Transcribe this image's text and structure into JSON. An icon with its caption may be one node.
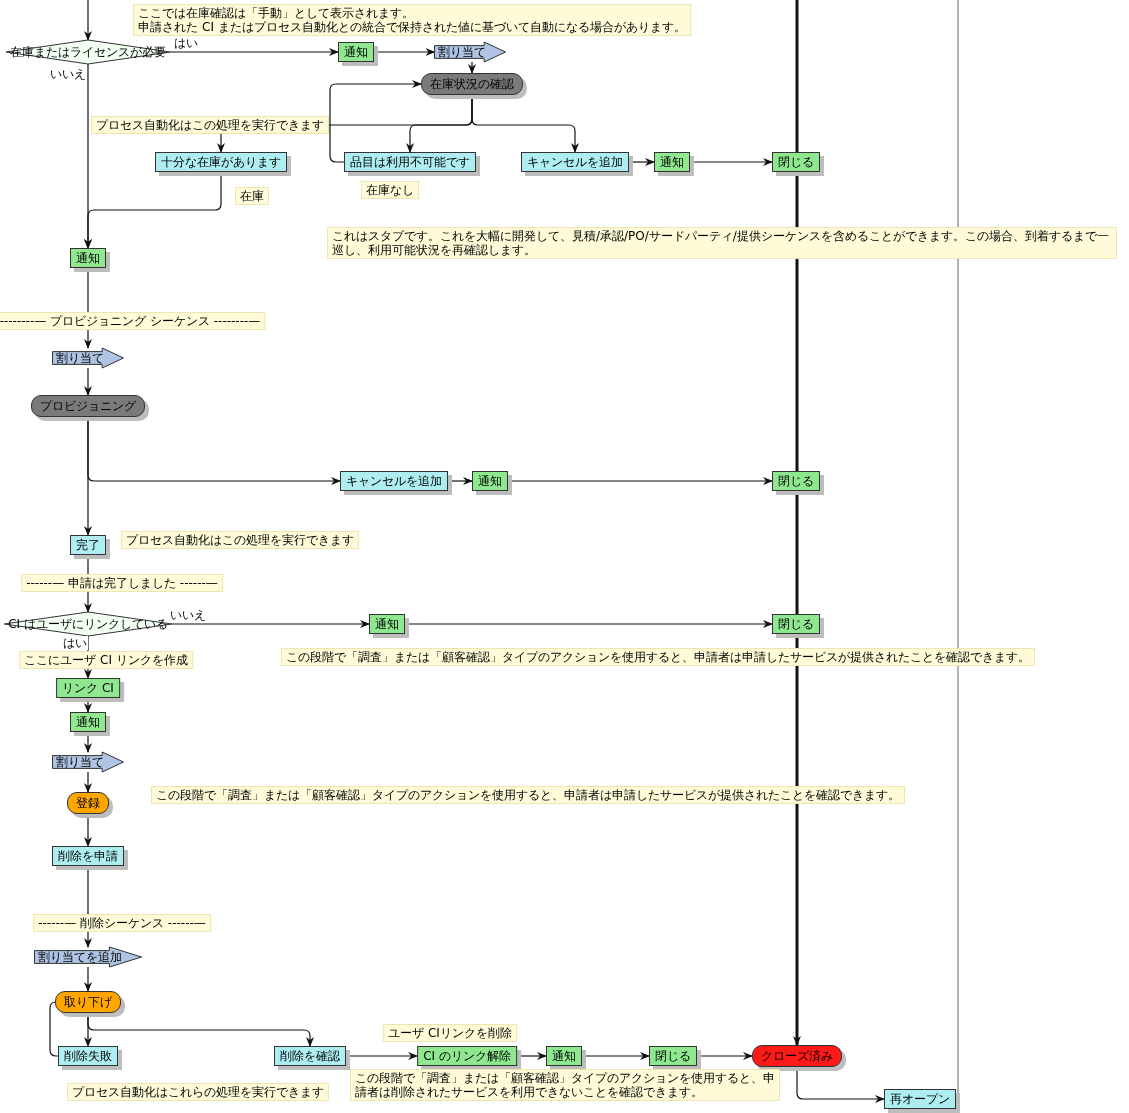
{
  "diagram": {
    "nodes": [
      {
        "text": [
          "ここでは在庫確認は「手動」として表示されます。",
          "申請された CI またはプロセス自動化との統合で保持された値に基づいて自動になる場合があります。"
        ]
      },
      {
        "text": [
          "在庫またはライセンスが必要"
        ]
      },
      {
        "text": [
          "通知"
        ]
      },
      {
        "text": [
          "割り当て"
        ]
      },
      {
        "text": [
          "在庫状況の確認"
        ]
      },
      {
        "text": [
          "プロセス自動化はこの処理を実行できます"
        ]
      },
      {
        "text": [
          "十分な在庫があります"
        ]
      },
      {
        "text": [
          "品目は利用不可能です"
        ]
      },
      {
        "text": [
          "キャンセルを追加"
        ]
      },
      {
        "text": [
          "通知"
        ]
      },
      {
        "text": [
          "閉じる"
        ]
      },
      {
        "text": [
          "在庫"
        ]
      },
      {
        "text": [
          "在庫なし"
        ]
      },
      {
        "text": [
          "これはスタブです。これを大幅に開発して、見積/承認/PO/サードパーティ/提供シーケンスを含めることができます。この場合、到着するまで一巡し、利用可能状況を再確認します。"
        ]
      },
      {
        "text": [
          "通知"
        ]
      },
      {
        "text": [
          "--------— プロビジョニング シーケンス --------—"
        ]
      },
      {
        "text": [
          "割り当て"
        ]
      },
      {
        "text": [
          "プロビジョニング"
        ]
      },
      {
        "text": [
          "キャンセルを追加"
        ]
      },
      {
        "text": [
          "通知"
        ]
      },
      {
        "text": [
          "閉じる"
        ]
      },
      {
        "text": [
          "完了"
        ]
      },
      {
        "text": [
          "プロセス自動化はこの処理を実行できます"
        ]
      },
      {
        "text": [
          "------— 申請は完了しました ------—"
        ]
      },
      {
        "text": [
          "CI はユーザにリンクしている"
        ]
      },
      {
        "text": [
          "通知"
        ]
      },
      {
        "text": [
          "閉じる"
        ]
      },
      {
        "text": [
          "ここにユーザ CI リンクを作成"
        ]
      },
      {
        "text": [
          "この段階で「調査」または「顧客確認」タイプのアクションを使用すると、申請者は申請したサービスが提供されたことを確認できます。"
        ]
      },
      {
        "text": [
          "リンク CI"
        ]
      },
      {
        "text": [
          "通知"
        ]
      },
      {
        "text": [
          "割り当て"
        ]
      },
      {
        "text": [
          "登録"
        ]
      },
      {
        "text": [
          "この段階で「調査」または「顧客確認」タイプのアクションを使用すると、申請者は申請したサービスが提供されたことを確認できます。"
        ]
      },
      {
        "text": [
          "削除を申請"
        ]
      },
      {
        "text": [
          "------— 削除シーケンス ------—"
        ]
      },
      {
        "text": [
          "割り当てを追加"
        ]
      },
      {
        "text": [
          "取り下げ"
        ]
      },
      {
        "text": [
          "ユーザ CIリンクを削除"
        ]
      },
      {
        "text": [
          "削除失敗"
        ]
      },
      {
        "text": [
          "削除を確認"
        ]
      },
      {
        "text": [
          "CI のリンク解除"
        ]
      },
      {
        "text": [
          "通知"
        ]
      },
      {
        "text": [
          "閉じる"
        ]
      },
      {
        "text": [
          "クローズ済み"
        ]
      },
      {
        "text": [
          "この段階で「調査」または「顧客確認」タイプのアクションを使用すると、申請者は削除されたサービスを利用できないことを確認できます。"
        ]
      },
      {
        "text": [
          "プロセス自動化はこれらの処理を実行できます"
        ]
      },
      {
        "text": [
          "再オープン"
        ]
      }
    ],
    "edges": [
      {
        "from": null,
        "to": 1,
        "arrow": "to"
      },
      {
        "from": 1,
        "to": 2,
        "arrow": "to",
        "label": "はい"
      },
      {
        "from": 2,
        "to": 3,
        "arrow": "to"
      },
      {
        "from": 3,
        "to": 4,
        "arrow": "to"
      },
      {
        "from": 4,
        "to": 5,
        "arrow": "none"
      },
      {
        "from": 5,
        "to": 6,
        "arrow": "to"
      },
      {
        "from": 4,
        "to": 7,
        "arrow": "to"
      },
      {
        "from": 4,
        "to": 8,
        "arrow": "to"
      },
      {
        "from": 7,
        "to": 4,
        "arrow": "to"
      },
      {
        "from": 8,
        "to": 9,
        "arrow": "to"
      },
      {
        "from": 9,
        "to": 10,
        "arrow": "to"
      },
      {
        "from": 1,
        "to": 14,
        "arrow": "to",
        "label": "いいえ"
      },
      {
        "from": 6,
        "to": 14,
        "arrow": "to"
      },
      {
        "from": 14,
        "to": 15,
        "arrow": "none"
      },
      {
        "from": 15,
        "to": 16,
        "arrow": "to"
      },
      {
        "from": 16,
        "to": 17,
        "arrow": "to"
      },
      {
        "from": 17,
        "to": 18,
        "arrow": "to"
      },
      {
        "from": 18,
        "to": 19,
        "arrow": "to"
      },
      {
        "from": 19,
        "to": 20,
        "arrow": "to"
      },
      {
        "from": 17,
        "to": 21,
        "arrow": "to"
      },
      {
        "from": 21,
        "to": 23,
        "arrow": "none"
      },
      {
        "from": 23,
        "to": 24,
        "arrow": "to"
      },
      {
        "from": 24,
        "to": 25,
        "arrow": "to",
        "label": "いいえ"
      },
      {
        "from": 25,
        "to": 26,
        "arrow": "to"
      },
      {
        "from": 24,
        "to": 27,
        "arrow": "none",
        "label": "はい"
      },
      {
        "from": 27,
        "to": 29,
        "arrow": "to"
      },
      {
        "from": 29,
        "to": 30,
        "arrow": "to"
      },
      {
        "from": 30,
        "to": 31,
        "arrow": "to"
      },
      {
        "from": 31,
        "to": 32,
        "arrow": "to"
      },
      {
        "from": 32,
        "to": 34,
        "arrow": "to"
      },
      {
        "from": 34,
        "to": 35,
        "arrow": "none"
      },
      {
        "from": 35,
        "to": 36,
        "arrow": "to"
      },
      {
        "from": 36,
        "to": 37,
        "arrow": "to"
      },
      {
        "from": 37,
        "to": 39,
        "arrow": "to"
      },
      {
        "from": 37,
        "to": 40,
        "arrow": "to"
      },
      {
        "from": 39,
        "to": 37,
        "arrow": "to"
      },
      {
        "from": 40,
        "to": 41,
        "arrow": "to"
      },
      {
        "from": 41,
        "to": 42,
        "arrow": "to"
      },
      {
        "from": 42,
        "to": 43,
        "arrow": "to"
      },
      {
        "from": 43,
        "to": 44,
        "arrow": "to"
      },
      {
        "from": null,
        "to": 44,
        "arrow": "to",
        "style": "thick"
      },
      {
        "from": 44,
        "to": 47,
        "arrow": "to"
      },
      {
        "from": 47,
        "to": null,
        "arrow": "none",
        "color": "#808080"
      }
    ]
  }
}
